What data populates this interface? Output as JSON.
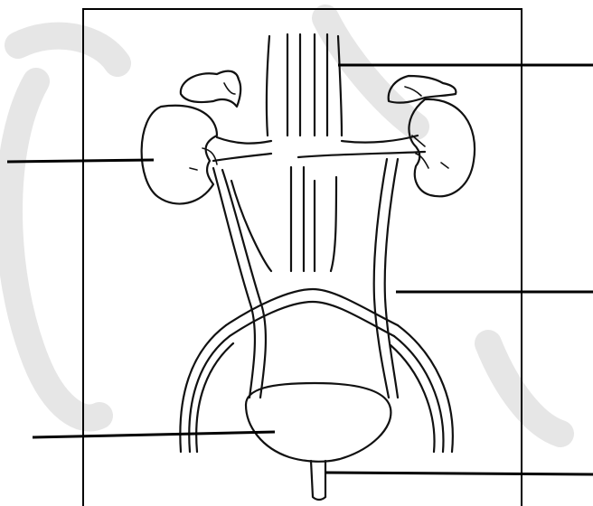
{
  "diagram": {
    "labels": [],
    "colors": {
      "ink": "#111111",
      "leader": "#000000",
      "background": "#ffffff",
      "watermark": "#e6e6e6"
    },
    "leader_lines": [
      {
        "name": "leader-line-aorta-vena-cava"
      },
      {
        "name": "leader-line-kidney"
      },
      {
        "name": "leader-line-ureter"
      },
      {
        "name": "leader-line-bladder"
      },
      {
        "name": "leader-line-urethra"
      }
    ]
  }
}
